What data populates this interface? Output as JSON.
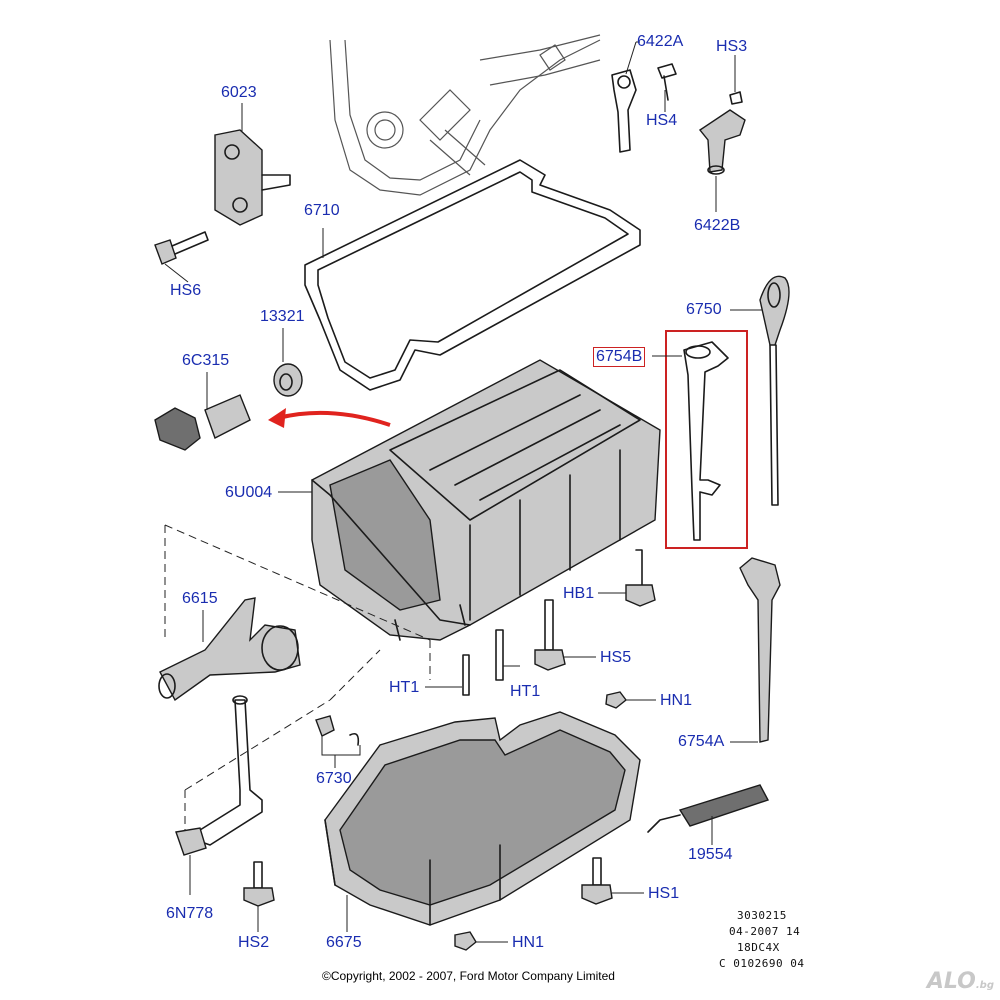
{
  "labels": {
    "p6422A": "6422A",
    "pHS3": "HS3",
    "pHS4": "HS4",
    "p6422B": "6422B",
    "p6023": "6023",
    "pHS6": "HS6",
    "p6710": "6710",
    "p13321": "13321",
    "p6C315": "6C315",
    "p6750": "6750",
    "p6754B": "6754B",
    "p6U004": "6U004",
    "p6615": "6615",
    "pHB1": "HB1",
    "pHS5": "HS5",
    "pHT1a": "HT1",
    "pHT1b": "HT1",
    "pHN1a": "HN1",
    "p6754A": "6754A",
    "p6730": "6730",
    "p19554": "19554",
    "p6N778": "6N778",
    "pHS2": "HS2",
    "p6675": "6675",
    "pHS1": "HS1",
    "pHN1b": "HN1"
  },
  "reference_code": {
    "line1": "3030215",
    "line2": "04-2007 14",
    "line3": "18DC4X",
    "line4": "C 0102690 04"
  },
  "copyright": "©Copyright, 2002 - 2007, Ford Motor Company Limited",
  "watermark": "ALO",
  "watermark_suffix": ".bg",
  "colors": {
    "label_text": "#1a2db0",
    "highlight_box": "#cc2222",
    "arrow": "#e0231e",
    "line_art": "#1b1b1b"
  }
}
